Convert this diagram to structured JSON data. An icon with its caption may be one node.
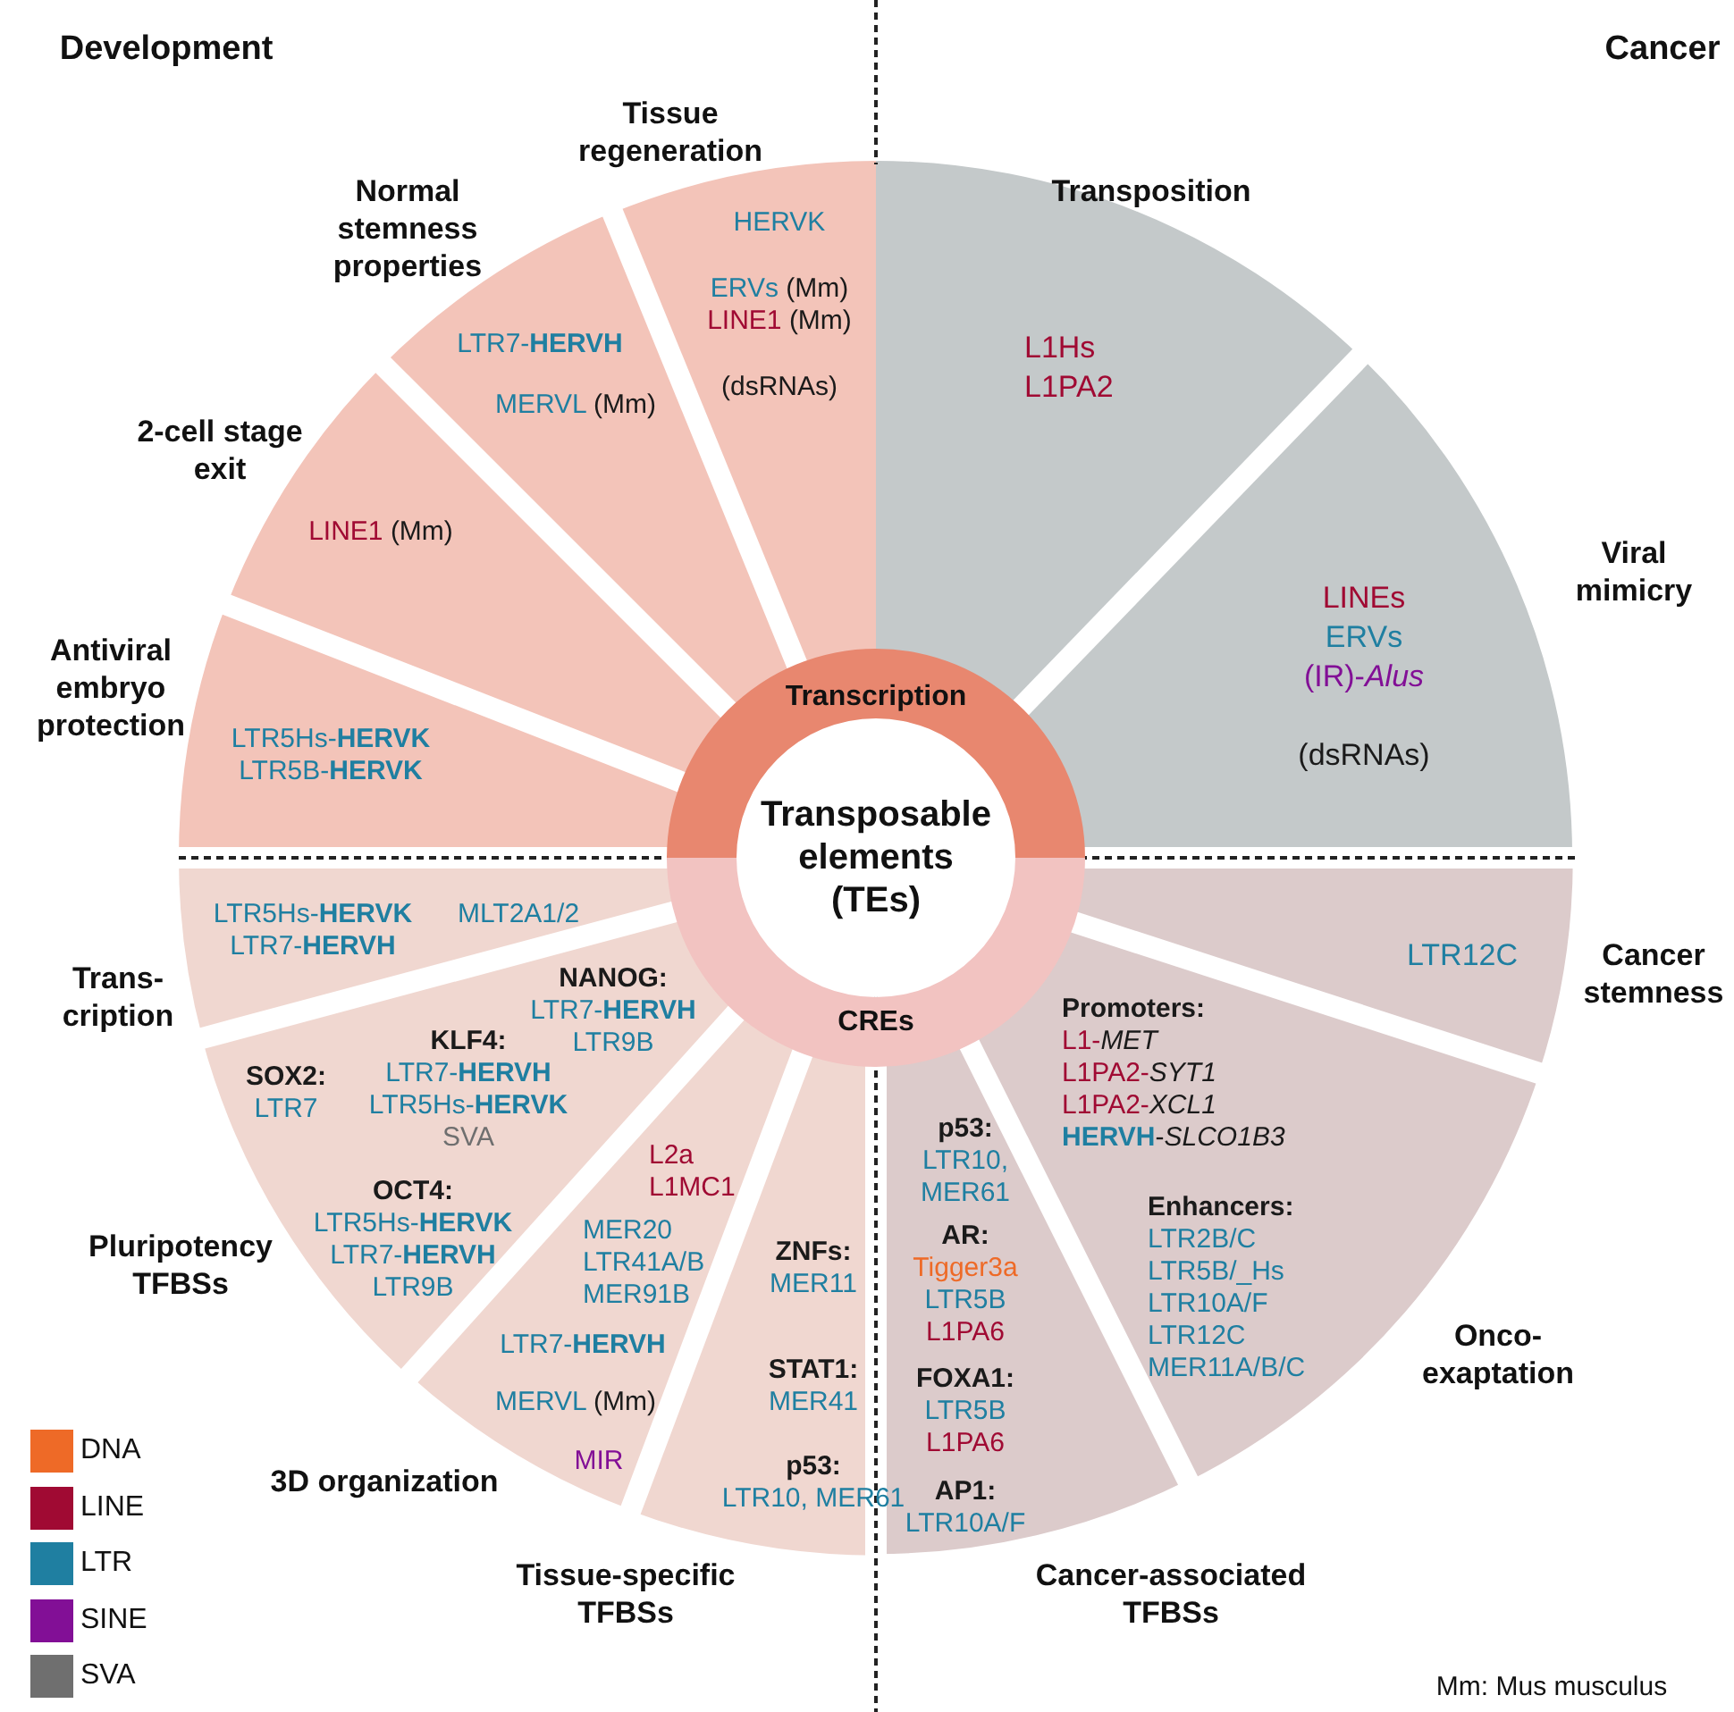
{
  "diagram": {
    "nodes": [
      {
        "text": [
          "Transposable elements (TEs)"
        ]
      },
      {
        "text": [
          "Transcription"
        ]
      },
      {
        "text": [
          "CREs"
        ]
      },
      {
        "text": [
          "Antiviral embryo protection",
          "LTR5Hs-**HERVK**",
          "LTR5B-**HERVK**"
        ]
      },
      {
        "text": [
          "2-cell stage exit",
          "LINE1 (Mm)"
        ]
      },
      {
        "text": [
          "Normal stemness properties",
          "LTR7-**HERVH**",
          "MERVL (Mm)"
        ]
      },
      {
        "text": [
          "Tissue regeneration",
          "HERVK",
          "ERVs (Mm)",
          "LINE1 (Mm)",
          "(dsRNAs)"
        ]
      },
      {
        "text": [
          "Transposition",
          "L1Hs",
          "L1PA2"
        ]
      },
      {
        "text": [
          "LINEs",
          "ERVs",
          "(IR)-*Alus*",
          "(dsRNAs)",
          "Viral mimicry"
        ]
      },
      {
        "text": [
          "LTR12C",
          "Cancer stemness"
        ]
      },
      {
        "text": [
          "Onco- exaptation",
          "Promoters:",
          "L1-*MET*",
          "L1PA2-*SYT1*",
          "L1PA2-*XCL1*",
          "**HERVH**-*SLCO1B3*",
          "Enhancers:",
          "LTR2B/C",
          "LTR5B/_Hs",
          "LTR10A/F",
          "LTR12C",
          "MER11A/B/C"
        ]
      },
      {
        "text": [
          "Cancer-associated TFBSs",
          "p53:",
          "LTR10, MER61",
          "AR:",
          "Tigger3a",
          "LTR5B",
          "L1PA6",
          "FOXA1:",
          "LTR5B",
          "L1PA6",
          "AP1:",
          "LTR10A/F"
        ]
      },
      {
        "text": [
          "Tissue-specific TFBSs",
          "ZNFs:",
          "MER11",
          "STAT1:",
          "MER41",
          "p53:",
          "LTR10, MER61"
        ]
      },
      {
        "text": [
          "3D organization",
          "L2a",
          "L1MC1",
          "MER20",
          "LTR41A/B",
          "MER91B",
          "LTR7-**HERVH**",
          "MERVL (Mm)",
          "MIR"
        ]
      },
      {
        "text": [
          "Pluripotency TFBSs",
          "NANOG:",
          "LTR7-**HERVH**",
          "LTR9B",
          "KLF4:",
          "LTR7-**HERVH**",
          "LTR5Hs-**HERVK**",
          "SVA",
          "SOX2:",
          "LTR7",
          "OCT4:",
          "LTR5Hs-**HERVK**",
          "LTR7-**HERVH**",
          "LTR9B"
        ]
      },
      {
        "text": [
          "Trans- cription",
          "LTR5Hs-**HERVK**",
          "LTR7-**HERVH**",
          "MLT2A1/2"
        ]
      }
    ],
    "labels": [
      "Development",
      "Cancer",
      "Mm: Mus musculus"
    ],
    "legend": [
      {
        "text": "DNA",
        "color": "#ee6a27"
      },
      {
        "text": "LINE",
        "color": "#a00a33"
      },
      {
        "text": "LTR",
        "color": "#1f7fa1"
      },
      {
        "text": "SINE",
        "color": "#820f96"
      },
      {
        "text": "SVA",
        "color": "#6f6f6f"
      }
    ]
  }
}
